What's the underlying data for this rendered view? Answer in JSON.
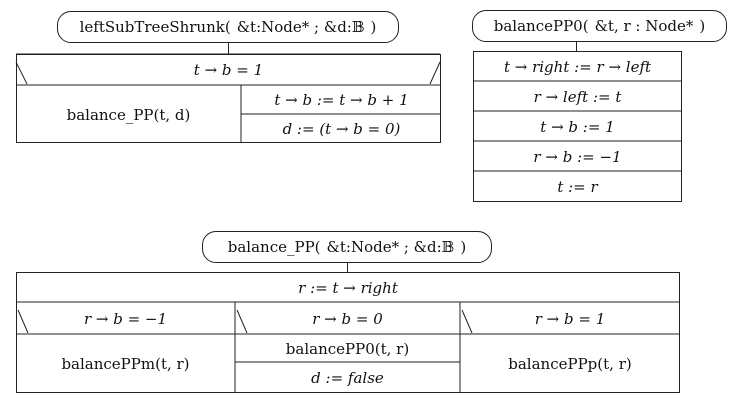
{
  "diagram1": {
    "header_name": "leftSubTreeShrunk(",
    "header_params": "&t:Node* ; &d:𝔹",
    "header_close": ")",
    "condition": "t → b = 1",
    "yes_action": "balance_PP(t, d)",
    "no_action_1": "t → b := t → b + 1",
    "no_action_2": "d := (t → b = 0)"
  },
  "diagram2": {
    "header_name": "balancePP0(",
    "header_params": "&t, r : Node*",
    "header_close": ")",
    "statements": [
      "t → right := r → left",
      "r → left := t",
      "t → b := 1",
      "r → b := −1",
      "t := r"
    ]
  },
  "diagram3": {
    "header_name": "balance_PP(",
    "header_params": "&t:Node* ; &d:𝔹",
    "header_close": ")",
    "assignment": "r := t → right",
    "cases": [
      {
        "condition": "r → b = −1",
        "actions": [
          "balancePPm(t, r)"
        ]
      },
      {
        "condition": "r → b = 0",
        "actions": [
          "balancePP0(t, r)",
          "d := false"
        ]
      },
      {
        "condition": "r → b = 1",
        "actions": [
          "balancePPp(t, r)"
        ]
      }
    ]
  }
}
